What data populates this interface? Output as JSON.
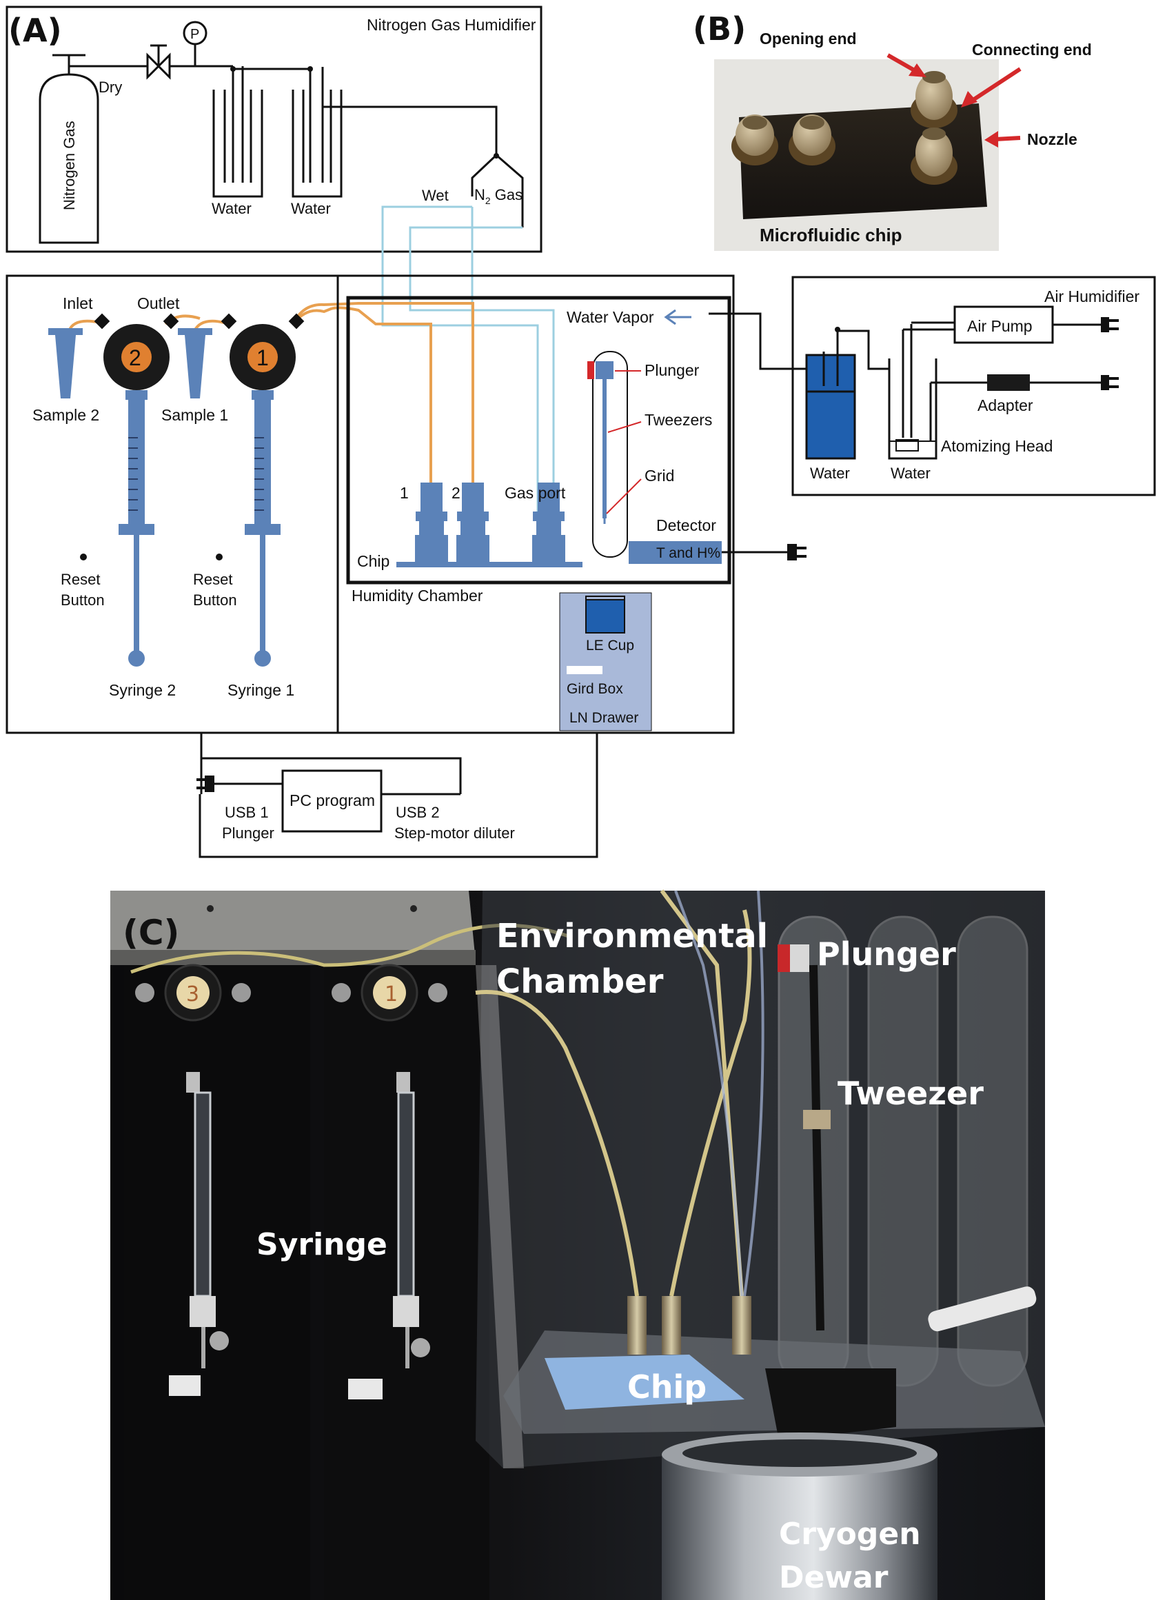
{
  "panel_a": {
    "tag": "(A)",
    "n2_humidifier": {
      "title": "Nitrogen Gas Humidifier",
      "tank": "Nitrogen Gas",
      "dry": "Dry",
      "gauge": "P",
      "water_1": "Water",
      "water_2": "Water",
      "wet": "Wet",
      "n2_gas_n": "N",
      "n2_gas_sub": "2",
      "n2_gas_rest": " Gas"
    },
    "syringe_unit": {
      "inlet": "Inlet",
      "outlet": "Outlet",
      "sample_2": "Sample 2",
      "sample_1": "Sample 1",
      "valve_2": "2",
      "valve_1": "1",
      "reset_2_a": "Reset",
      "reset_2_b": "Button",
      "reset_1_a": "Reset",
      "reset_1_b": "Button",
      "syringe_2": "Syringe 2",
      "syringe_1": "Syringe 1"
    },
    "chamber": {
      "water_vapor": "Water  Vapor",
      "plunger": "Plunger",
      "tweezers": "Tweezers",
      "grid": "Grid",
      "port_1": "1",
      "port_2": "2",
      "gas_port": "Gas port",
      "chip": "Chip",
      "detector": "Detector",
      "t_and_h": "T and H%",
      "title": "Humidity Chamber",
      "le_cup": "LE Cup",
      "gird_box": "Gird Box",
      "ln_drawer": "LN Drawer"
    },
    "air_humidifier": {
      "title": "Air Humidifier",
      "air_pump": "Air Pump",
      "adapter": "Adapter",
      "atomizing_head": "Atomizing Head",
      "water_1": "Water",
      "water_2": "Water"
    },
    "control": {
      "pc_program": "PC program",
      "usb1": "USB  1",
      "plunger": "Plunger",
      "usb2": "USB  2",
      "step_motor": "Step-motor diluter"
    },
    "colors": {
      "tube_orange": "#E8A050",
      "tube_blue": "#9CCFE0",
      "part_blue": "#5B82B8",
      "water_blue": "#1F5FAE",
      "valve_orange": "#E08030",
      "drawer_bg": "#A9B9D9"
    }
  },
  "panel_b": {
    "tag": "(B)",
    "opening_end": "Opening end",
    "connecting_end": "Connecting end",
    "nozzle": "Nozzle",
    "caption": "Microfluidic chip"
  },
  "panel_c": {
    "tag": "(C)",
    "env_1": "Environmental",
    "env_2": "Chamber",
    "plunger": "Plunger",
    "tweezer": "Tweezer",
    "syringe": "Syringe",
    "chip": "Chip",
    "cryogen_1": "Cryogen",
    "cryogen_2": "Dewar",
    "knob_3": "3",
    "knob_1": "1"
  }
}
